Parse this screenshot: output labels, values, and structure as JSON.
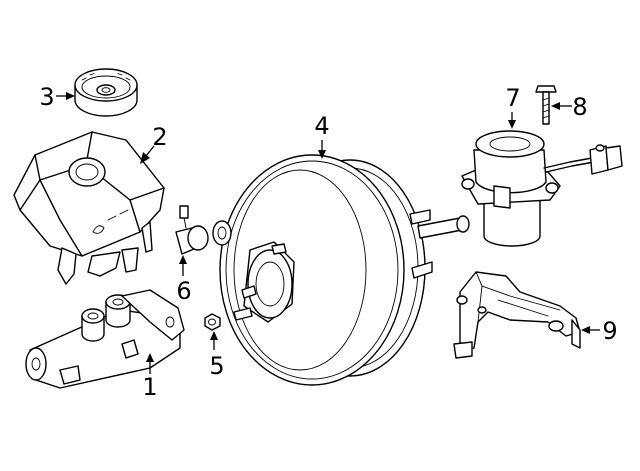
{
  "callouts": {
    "c1": "1",
    "c2": "2",
    "c3": "3",
    "c4": "4",
    "c5": "5",
    "c6": "6",
    "c7": "7",
    "c8": "8",
    "c9": "9"
  },
  "parts": [
    {
      "id": 1,
      "name": "master-cylinder"
    },
    {
      "id": 2,
      "name": "fluid-reservoir"
    },
    {
      "id": 3,
      "name": "reservoir-cap"
    },
    {
      "id": 4,
      "name": "brake-booster"
    },
    {
      "id": 5,
      "name": "nut"
    },
    {
      "id": 6,
      "name": "sensor"
    },
    {
      "id": 7,
      "name": "vacuum-pump"
    },
    {
      "id": 8,
      "name": "bolt"
    },
    {
      "id": 9,
      "name": "pump-bracket"
    }
  ],
  "colors": {
    "line": "#000000",
    "background": "#ffffff"
  }
}
